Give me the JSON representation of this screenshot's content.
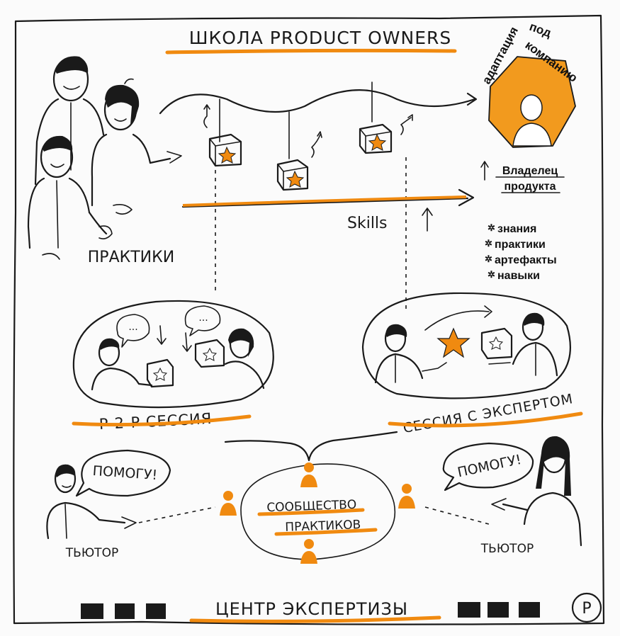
{
  "title": "ШКОЛА PRODUCT OWNERS",
  "badge": {
    "text_adaptation": "адаптация",
    "text_under": "под",
    "text_company": "компанию"
  },
  "owner_label_line1": "Владелец",
  "owner_label_line2": "продукта",
  "skills_label": "Skills",
  "skills_list": [
    "знания",
    "практики",
    "артефакты",
    "навыки"
  ],
  "practitioners_label": "ПРАКТИКИ",
  "p2p_session_label": "P-2-P СЕССИЯ",
  "expert_session_label": "СЕССИЯ С ЭКСПЕРТОМ",
  "community_line1": "СООБЩЕСТВО",
  "community_line2": "ПРАКТИКОВ",
  "tutor_left": {
    "speech": "ПОМОГУ!",
    "label": "ТЬЮТОР"
  },
  "tutor_right": {
    "speech": "ПОМОГУ!",
    "label": "ТЬЮТОР"
  },
  "bubble_dots": "...",
  "footer": "ЦЕНТР ЭКСПЕРТИЗЫ",
  "signature": "P",
  "colors": {
    "accent": "#f08a10",
    "ink": "#1a1a1a"
  }
}
